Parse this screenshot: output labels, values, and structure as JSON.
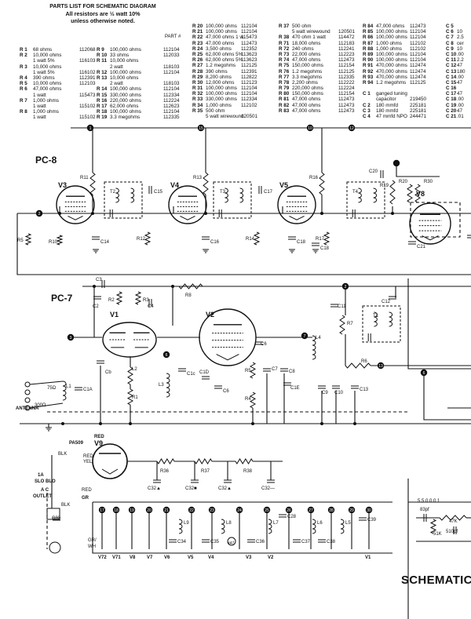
{
  "parts_list": {
    "title": "PARTS LIST FOR SCHEMATIC DIAGRAM",
    "note_line1": "All resistors are ½ watt 10%",
    "note_line2": "unless otherwise noted.",
    "part_no_header": "PART #",
    "columns": [
      [
        {
          "ref": "R 1",
          "val": "68 ohms",
          "pn": "112068"
        },
        {
          "ref": "R 2",
          "val": "10,000 ohms",
          "pn": ""
        },
        {
          "ref": "",
          "val": "1 watt 5%",
          "pn": "116103"
        },
        {
          "ref": "R 3",
          "val": "10,000 ohms",
          "pn": ""
        },
        {
          "ref": "",
          "val": "1 watt 5%",
          "pn": "116102"
        },
        {
          "ref": "R 4",
          "val": "390 ohms",
          "pn": "112391"
        },
        {
          "ref": "R 5",
          "val": "10,000 ohms",
          "pn": "112103"
        },
        {
          "ref": "R 6",
          "val": "47,000 ohms",
          "pn": ""
        },
        {
          "ref": "",
          "val": "1 watt",
          "pn": "115473"
        },
        {
          "ref": "R 7",
          "val": "1,000 ohms",
          "pn": ""
        },
        {
          "ref": "",
          "val": "1 watt",
          "pn": "115102"
        },
        {
          "ref": "R 8",
          "val": "1,000 ohms",
          "pn": ""
        },
        {
          "ref": "",
          "val": "1 watt",
          "pn": "115102"
        }
      ],
      [
        {
          "ref": "R 9",
          "val": "100,000 ohms",
          "pn": "112104"
        },
        {
          "ref": "R 10",
          "val": "33 ohms",
          "pn": "112033"
        },
        {
          "ref": "R 11",
          "val": "10,000 ohms",
          "pn": ""
        },
        {
          "ref": "",
          "val": "2 watt",
          "pn": "118103"
        },
        {
          "ref": "R 12",
          "val": "100,000 ohms",
          "pn": "112104"
        },
        {
          "ref": "R 13",
          "val": "10,000 ohms",
          "pn": ""
        },
        {
          "ref": "",
          "val": "2 watt",
          "pn": "118103"
        },
        {
          "ref": "R 14",
          "val": "100,000 ohms",
          "pn": "112104"
        },
        {
          "ref": "R 15",
          "val": "330,000 ohms",
          "pn": "112334"
        },
        {
          "ref": "R 16",
          "val": "220,000 ohms",
          "pn": "112224"
        },
        {
          "ref": "R 17",
          "val": "62,000 ohms",
          "pn": "112623"
        },
        {
          "ref": "R 18",
          "val": "100,000 ohms",
          "pn": "112104"
        },
        {
          "ref": "R 19",
          "val": "3.3 megohms",
          "pn": "112335"
        }
      ],
      [
        {
          "ref": "R 20",
          "val": "100,000 ohms",
          "pn": "112104"
        },
        {
          "ref": "R 21",
          "val": "100,000 ohms",
          "pn": "112104"
        },
        {
          "ref": "R 22",
          "val": "47,000 ohms 1 w.",
          "pn": "115473"
        },
        {
          "ref": "R 23",
          "val": "47,000 ohms",
          "pn": "112473"
        },
        {
          "ref": "R 24",
          "val": "3,500 ohms",
          "pn": "112352"
        },
        {
          "ref": "R 25",
          "val": "62,000 ohms 5%",
          "pn": "113623"
        },
        {
          "ref": "R 26",
          "val": "62,000 ohms 5%",
          "pn": "113623"
        },
        {
          "ref": "R 27",
          "val": "1.2 megohms",
          "pn": "112125"
        },
        {
          "ref": "R 28",
          "val": "390 ohms",
          "pn": "112391"
        },
        {
          "ref": "R 29",
          "val": "8,200 ohms",
          "pn": "112822"
        },
        {
          "ref": "R 30",
          "val": "12,000 ohms",
          "pn": "112123"
        },
        {
          "ref": "R 31",
          "val": "100,000 ohms",
          "pn": "112104"
        },
        {
          "ref": "R 32",
          "val": "100,000 ohms",
          "pn": "112104"
        },
        {
          "ref": "R 33",
          "val": "330,000 ohms",
          "pn": "112334"
        },
        {
          "ref": "R 34",
          "val": "1,000 ohms",
          "pn": "112102"
        },
        {
          "ref": "R 35",
          "val": "500 ohm",
          "pn": ""
        },
        {
          "ref": "",
          "val": "5 watt wirewound",
          "pn": "120501"
        }
      ],
      [
        {
          "ref": "R 37",
          "val": "500 ohm",
          "pn": ""
        },
        {
          "ref": "",
          "val": "5 watt wirewound",
          "pn": "120501"
        },
        {
          "ref": "R 38",
          "val": "470 ohm 1 watt",
          "pn": "114472"
        },
        {
          "ref": "R 71",
          "val": "18,000 ohms",
          "pn": "112183"
        },
        {
          "ref": "R 72",
          "val": "240 ohms",
          "pn": "112241"
        },
        {
          "ref": "R 73",
          "val": "22,000 ohms",
          "pn": "112223"
        },
        {
          "ref": "R 74",
          "val": "47,000 ohms",
          "pn": "112473"
        },
        {
          "ref": "R 75",
          "val": "150,000 ohms",
          "pn": "112154"
        },
        {
          "ref": "R 76",
          "val": "1.2 megohms",
          "pn": "112125"
        },
        {
          "ref": "R 77",
          "val": "3.3 megohms",
          "pn": "112335"
        },
        {
          "ref": "R 78",
          "val": "2,200 ohms",
          "pn": "112222"
        },
        {
          "ref": "R 79",
          "val": "220,000 ohms",
          "pn": "112224"
        },
        {
          "ref": "R 80",
          "val": "150,000 ohms",
          "pn": "112154"
        },
        {
          "ref": "R 81",
          "val": "47,000 ohms",
          "pn": "112473"
        },
        {
          "ref": "R 82",
          "val": "47,000 ohms",
          "pn": "112473"
        },
        {
          "ref": "R 83",
          "val": "47,000 ohms",
          "pn": "112473"
        }
      ],
      [
        {
          "ref": "R 84",
          "val": "47,000 ohms",
          "pn": "112473"
        },
        {
          "ref": "R 85",
          "val": "100,000 ohms",
          "pn": "112104"
        },
        {
          "ref": "R 86",
          "val": "100,000 ohms",
          "pn": "112104"
        },
        {
          "ref": "R 87",
          "val": "1,000 ohms",
          "pn": "112102"
        },
        {
          "ref": "R 88",
          "val": "1,000 ohms",
          "pn": "112102"
        },
        {
          "ref": "R 89",
          "val": "100,000 ohms",
          "pn": "112104"
        },
        {
          "ref": "R 90",
          "val": "100,000 ohms",
          "pn": "112104"
        },
        {
          "ref": "R 91",
          "val": "470,000 ohms",
          "pn": "112474"
        },
        {
          "ref": "R 92",
          "val": "470,000 ohms",
          "pn": "112474"
        },
        {
          "ref": "R 93",
          "val": "470,000 ohms",
          "pn": "112474"
        },
        {
          "ref": "R 94",
          "val": "1.2 megohms",
          "pn": "112125"
        },
        {
          "ref": "",
          "val": "",
          "pn": ""
        },
        {
          "ref": "C 1",
          "val": "ganged tuning",
          "pn": ""
        },
        {
          "ref": "",
          "val": "capacitor",
          "pn": "219450"
        },
        {
          "ref": "C 2",
          "val": "180 mmfd",
          "pn": "225181"
        },
        {
          "ref": "C 3",
          "val": "180 mmfd",
          "pn": "225181"
        },
        {
          "ref": "C 4",
          "val": "47 mmfd NPO",
          "pn": "244471"
        }
      ],
      [
        {
          "ref": "C 5",
          "val": ""
        },
        {
          "ref": "C 6",
          "val": "10"
        },
        {
          "ref": "C 7",
          "val": "2.5"
        },
        {
          "ref": "C 8",
          "val": "cer"
        },
        {
          "ref": "C 9",
          "val": "10"
        },
        {
          "ref": "C 10",
          "val": ".00"
        },
        {
          "ref": "C 11",
          "val": "2.2"
        },
        {
          "ref": "C 12",
          "val": "47"
        },
        {
          "ref": "C 13",
          "val": "180"
        },
        {
          "ref": "C 14",
          "val": ".00"
        },
        {
          "ref": "C 15",
          "val": "47"
        },
        {
          "ref": "C 16",
          "val": ""
        },
        {
          "ref": "C 17",
          "val": "47"
        },
        {
          "ref": "C 18",
          "val": ".00"
        },
        {
          "ref": "C 19",
          "val": ".00"
        },
        {
          "ref": "C 20",
          "val": "47"
        },
        {
          "ref": "C 21",
          "val": ".01"
        }
      ]
    ]
  },
  "schematic": {
    "sections": {
      "pc8": "PC-8",
      "pc7": "PC-7"
    },
    "tubes": [
      "V1",
      "V2",
      "V3",
      "V4",
      "V5",
      "V8",
      "V9"
    ],
    "filament_tubes": [
      "V72",
      "V71",
      "V8",
      "V7",
      "V6",
      "V5",
      "V4",
      "V3",
      "V2",
      "V1"
    ],
    "labels": {
      "antenna": "ANTENNA",
      "ohm75": "75Ω",
      "ohm300": "300Ω",
      "pa509": "PA509",
      "red": "RED",
      "red_yel": "RED/",
      "yel": "YEL",
      "blk": "BLK",
      "red2": "RED",
      "fuse1": "1A",
      "fuse2": "SLO BLO",
      "ac1": "A C",
      "ac2": "OUTLET",
      "gr": "GR",
      "grwh1": "GR/",
      "grwh2": "WH",
      "code": "5 5 0 0 0 1",
      "p83": "83pf",
      "r51k": "51K",
      "r47k": "47K",
      "p510": "510pf"
    },
    "footer_title": "SCHEMATIC"
  }
}
